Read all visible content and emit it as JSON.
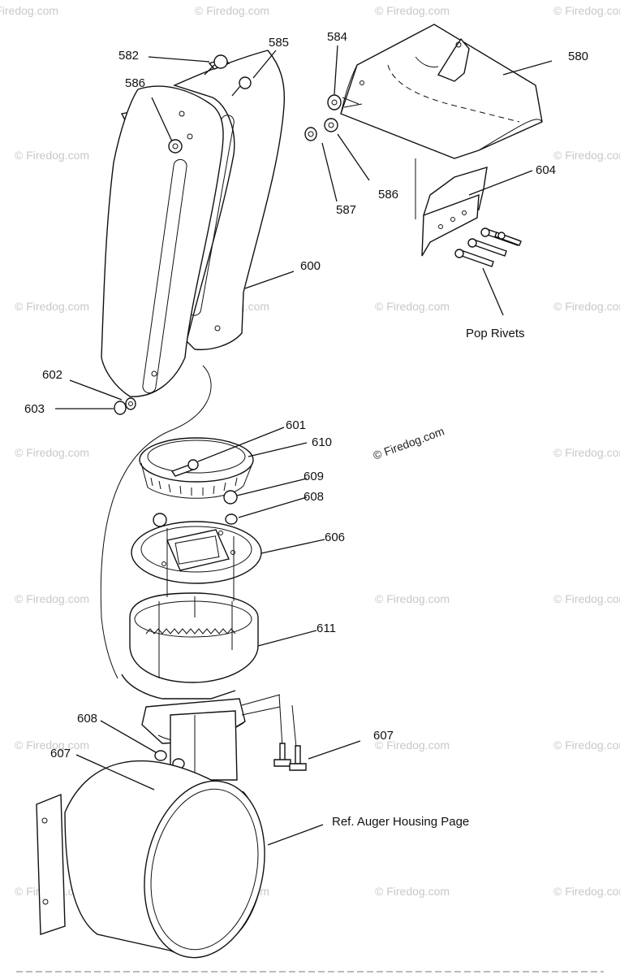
{
  "watermark": "© Firedog.com",
  "center_watermark": "© Firedog.com",
  "callouts": {
    "c580": "580",
    "c582": "582",
    "c584": "584",
    "c585": "585",
    "c586a": "586",
    "c586b": "586",
    "c587": "587",
    "c600": "600",
    "c601": "601",
    "c602": "602",
    "c603": "603",
    "c604": "604",
    "c606": "606",
    "c607a": "607",
    "c607b": "607",
    "c608a": "608",
    "c608b": "608",
    "c609": "609",
    "c610": "610",
    "c611": "611"
  },
  "notes": {
    "pop_rivets": "Pop Rivets",
    "ref_auger": "Ref. Auger Housing Page"
  }
}
